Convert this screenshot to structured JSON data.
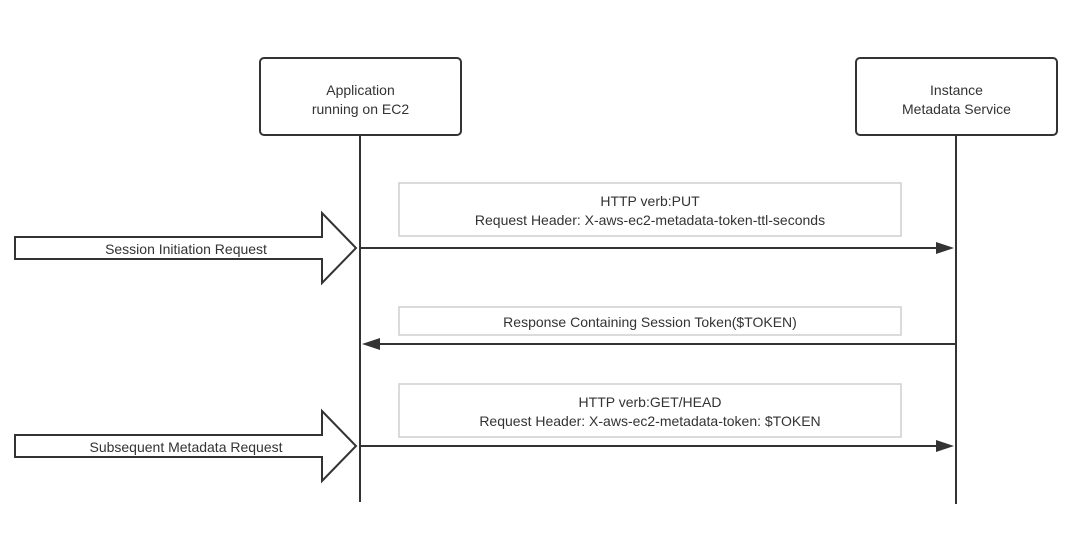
{
  "actors": {
    "application": {
      "line1": "Application",
      "line2": "running on EC2"
    },
    "imds": {
      "line1": "Instance",
      "line2": "Metadata Service"
    }
  },
  "notes": {
    "put": {
      "line1": "HTTP verb:PUT",
      "line2": "Request Header: X-aws-ec2-metadata-token-ttl-seconds"
    },
    "response": {
      "line1": "Response Containing Session Token($TOKEN)"
    },
    "get": {
      "line1": "HTTP verb:GET/HEAD",
      "line2": "Request Header: X-aws-ec2-metadata-token: $TOKEN"
    }
  },
  "inputs": {
    "session": "Session Initiation Request",
    "subsequent": "Subsequent Metadata Request"
  }
}
